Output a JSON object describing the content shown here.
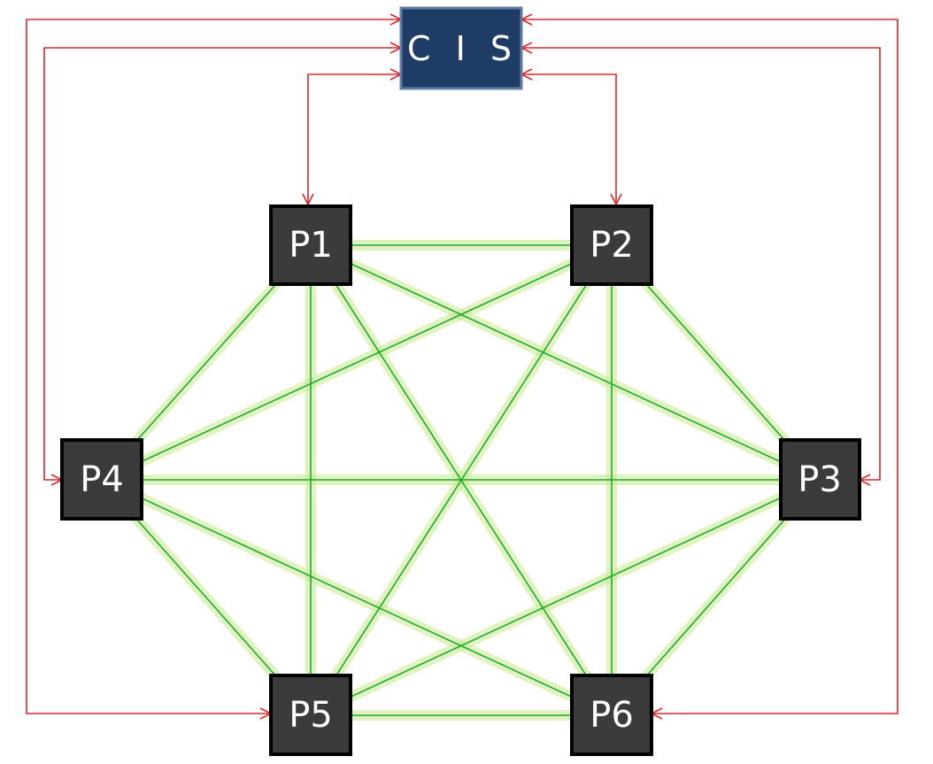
{
  "diagram": {
    "hub": {
      "id": "cis",
      "label": "C I S"
    },
    "nodes": [
      {
        "id": "p1",
        "label": "P1"
      },
      {
        "id": "p2",
        "label": "P2"
      },
      {
        "id": "p3",
        "label": "P3"
      },
      {
        "id": "p4",
        "label": "P4"
      },
      {
        "id": "p5",
        "label": "P5"
      },
      {
        "id": "p6",
        "label": "P6"
      }
    ],
    "mesh_links": [
      [
        "p1",
        "p2"
      ],
      [
        "p1",
        "p3"
      ],
      [
        "p1",
        "p4"
      ],
      [
        "p1",
        "p5"
      ],
      [
        "p1",
        "p6"
      ],
      [
        "p2",
        "p3"
      ],
      [
        "p2",
        "p4"
      ],
      [
        "p2",
        "p5"
      ],
      [
        "p2",
        "p6"
      ],
      [
        "p3",
        "p4"
      ],
      [
        "p3",
        "p5"
      ],
      [
        "p3",
        "p6"
      ],
      [
        "p4",
        "p5"
      ],
      [
        "p4",
        "p6"
      ],
      [
        "p5",
        "p6"
      ]
    ],
    "hub_links": [
      "p1",
      "p2",
      "p3",
      "p4",
      "p5",
      "p6"
    ],
    "colors": {
      "hub_fill": "#1f3c66",
      "hub_border": "#5f7ea6",
      "node_fill": "#3b3b3b",
      "node_border": "#000000",
      "mesh_line": "#1fa83a",
      "mesh_glow": "#c6ea8a",
      "hub_link": "#e0262b"
    }
  }
}
